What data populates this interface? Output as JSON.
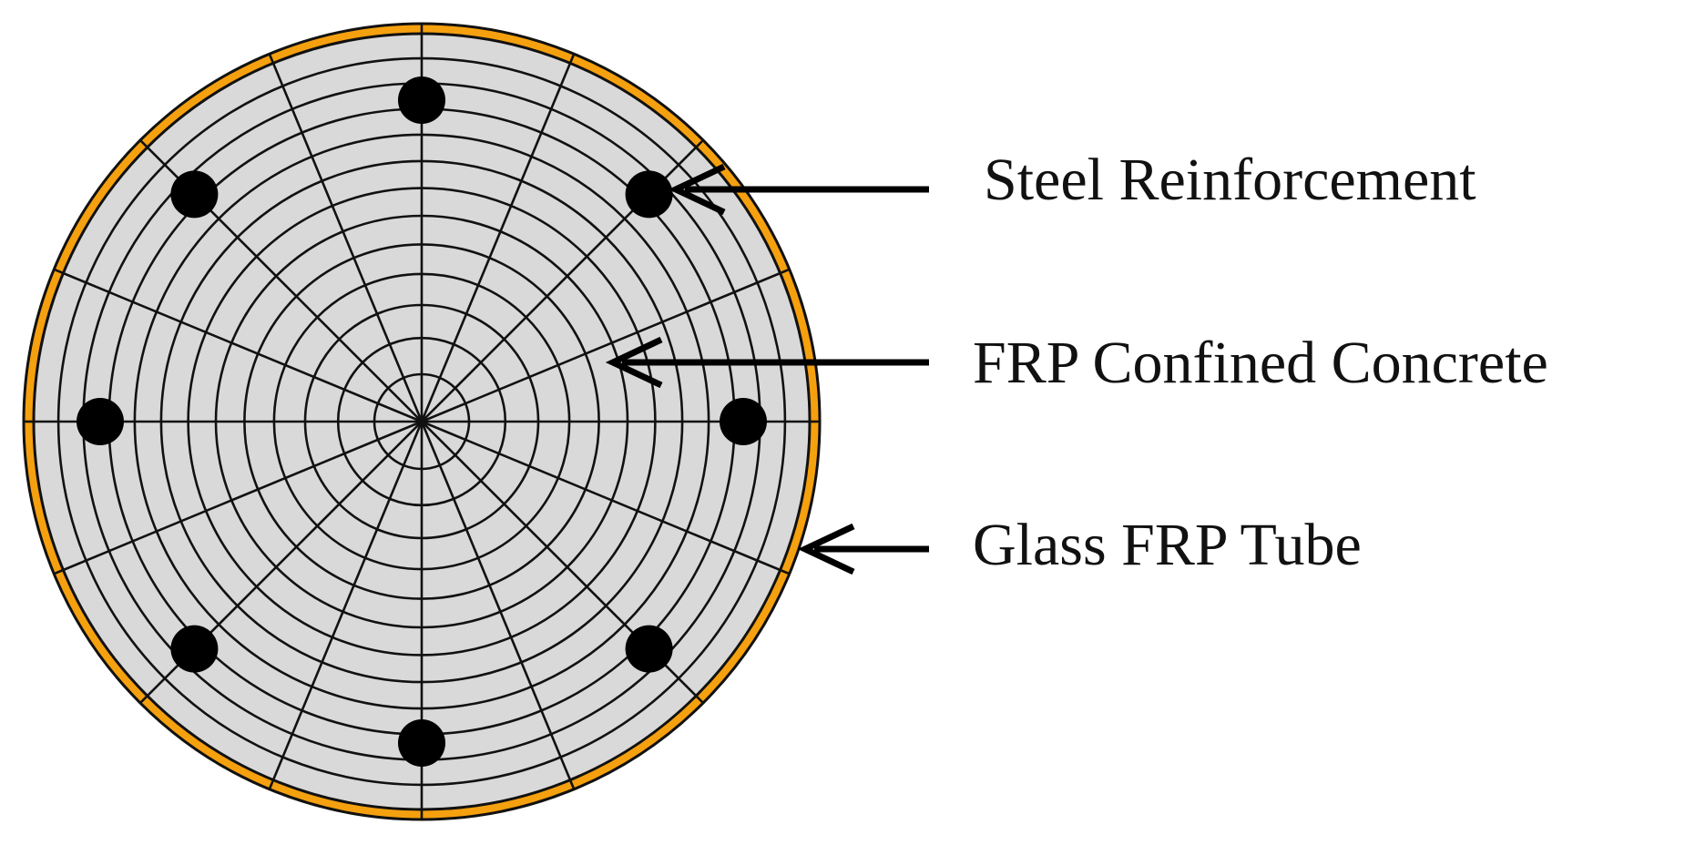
{
  "labels": {
    "steel_reinforcement": "Steel Reinforcement",
    "frp_confined_concrete": "FRP Confined Concrete",
    "glass_frp_tube": "Glass FRP Tube"
  },
  "colors": {
    "tube": "#f5a00f",
    "concrete": "#d9d9d9",
    "lines": "#111111",
    "rebar": "#000000",
    "background": "#ffffff"
  },
  "mesh": {
    "radial_divisions": 16,
    "ring_count": 12,
    "rebar_count": 8
  }
}
